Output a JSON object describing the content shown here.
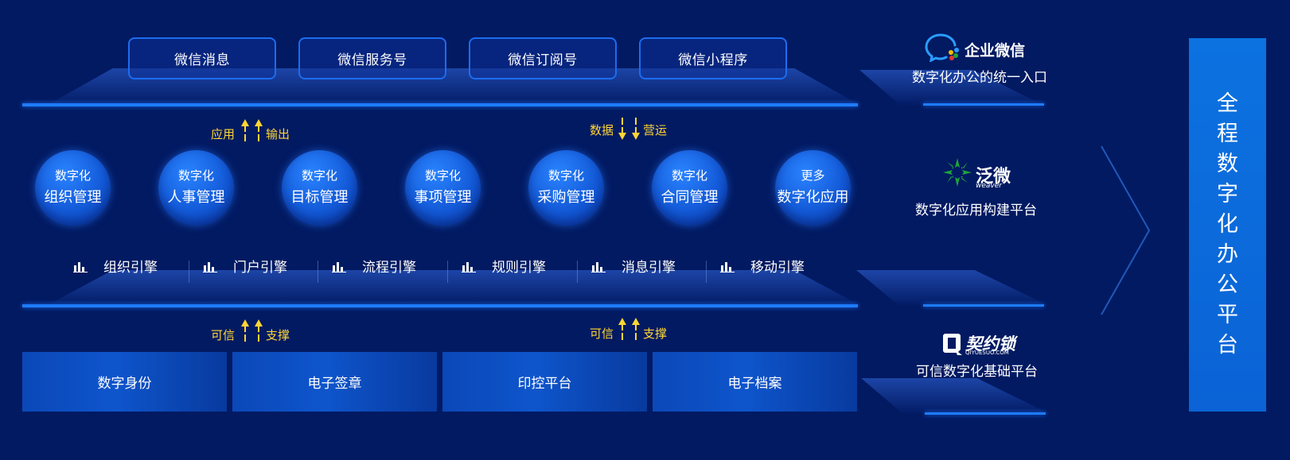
{
  "channels": [
    "微信消息",
    "微信服务号",
    "微信订阅号",
    "微信小程序"
  ],
  "arrows": {
    "upper_left": {
      "left": "应用",
      "right": "输出"
    },
    "upper_right": {
      "left": "数据",
      "right": "营运"
    },
    "lower_left": {
      "left": "可信",
      "right": "支撑"
    },
    "lower_right": {
      "left": "可信",
      "right": "支撑"
    }
  },
  "apps": [
    {
      "top": "数字化",
      "bottom": "组织管理"
    },
    {
      "top": "数字化",
      "bottom": "人事管理"
    },
    {
      "top": "数字化",
      "bottom": "目标管理"
    },
    {
      "top": "数字化",
      "bottom": "事项管理"
    },
    {
      "top": "数字化",
      "bottom": "采购管理"
    },
    {
      "top": "数字化",
      "bottom": "合同管理"
    },
    {
      "top": "更多",
      "bottom": "数字化应用"
    }
  ],
  "engines": [
    "组织引擎",
    "门户引擎",
    "流程引擎",
    "规则引擎",
    "消息引擎",
    "移动引擎"
  ],
  "foundation": [
    "数字身份",
    "电子签章",
    "印控平台",
    "电子档案"
  ],
  "brands": {
    "wecom": {
      "name": "企业微信",
      "desc": "数字化办公的统一入口"
    },
    "weaver": {
      "name": "泛微",
      "sub": "weaver",
      "desc": "数字化应用构建平台"
    },
    "qiyuesuo": {
      "name": "契约锁",
      "sub": "QIYUESUO.COM",
      "desc": "可信数字化基础平台"
    }
  },
  "platform_title": [
    "全",
    "程",
    "数",
    "字",
    "化",
    "办",
    "公",
    "平",
    "台"
  ],
  "colors": {
    "background": "#021a62",
    "accent": "#1e7bff",
    "arrow": "#ffd633",
    "panel": "#0c72e0",
    "weaver_green": "#1fa43a"
  }
}
